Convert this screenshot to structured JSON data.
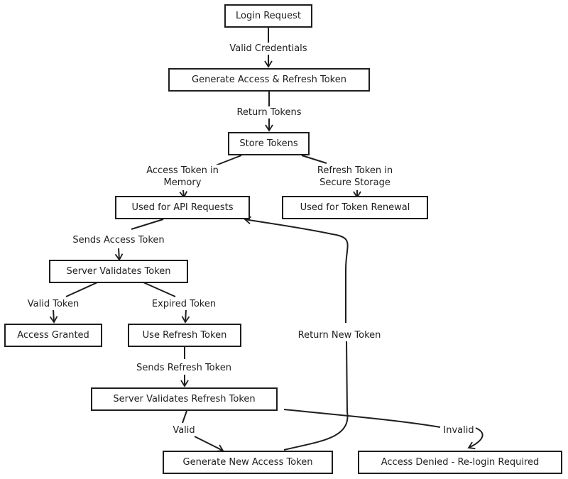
{
  "diagram": {
    "type": "flowchart",
    "nodes": [
      {
        "id": "login",
        "label": "Login Request"
      },
      {
        "id": "gen",
        "label": "Generate Access & Refresh Token"
      },
      {
        "id": "store",
        "label": "Store Tokens"
      },
      {
        "id": "api",
        "label": "Used for API Requests"
      },
      {
        "id": "renew",
        "label": "Used for Token Renewal"
      },
      {
        "id": "srv",
        "label": "Server Validates Token"
      },
      {
        "id": "granted",
        "label": "Access Granted"
      },
      {
        "id": "userefresh",
        "label": "Use Refresh Token"
      },
      {
        "id": "srvref",
        "label": "Server Validates Refresh Token"
      },
      {
        "id": "newaccess",
        "label": "Generate New Access Token"
      },
      {
        "id": "denied",
        "label": "Access Denied - Re-login Required"
      }
    ],
    "edges": [
      {
        "from": "login",
        "to": "gen",
        "label": "Valid Credentials"
      },
      {
        "from": "gen",
        "to": "store",
        "label": "Return Tokens"
      },
      {
        "from": "store",
        "to": "api",
        "label": "Access Token in\nMemory"
      },
      {
        "from": "store",
        "to": "renew",
        "label": "Refresh Token in\nSecure Storage"
      },
      {
        "from": "api",
        "to": "srv",
        "label": "Sends Access Token"
      },
      {
        "from": "srv",
        "to": "granted",
        "label": "Valid Token"
      },
      {
        "from": "srv",
        "to": "userefresh",
        "label": "Expired Token"
      },
      {
        "from": "userefresh",
        "to": "srvref",
        "label": "Sends Refresh Token"
      },
      {
        "from": "srvref",
        "to": "newaccess",
        "label": "Valid"
      },
      {
        "from": "srvref",
        "to": "denied",
        "label": "Invalid"
      },
      {
        "from": "newaccess",
        "to": "api",
        "label": "Return New Token"
      }
    ]
  }
}
